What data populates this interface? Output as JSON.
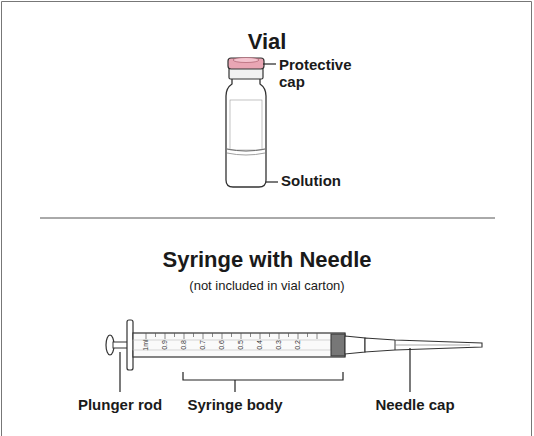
{
  "diagram": {
    "labels": [
      "Vial",
      "Protective cap",
      "Solution",
      "Syringe with Needle",
      "(not included in vial carton)",
      "Plunger rod",
      "Syringe body",
      "Needle cap",
      "1ml",
      "0.9",
      "0.8",
      "0.7",
      "0.6",
      "0.5",
      "0.4",
      "0.3",
      "0.2"
    ]
  }
}
